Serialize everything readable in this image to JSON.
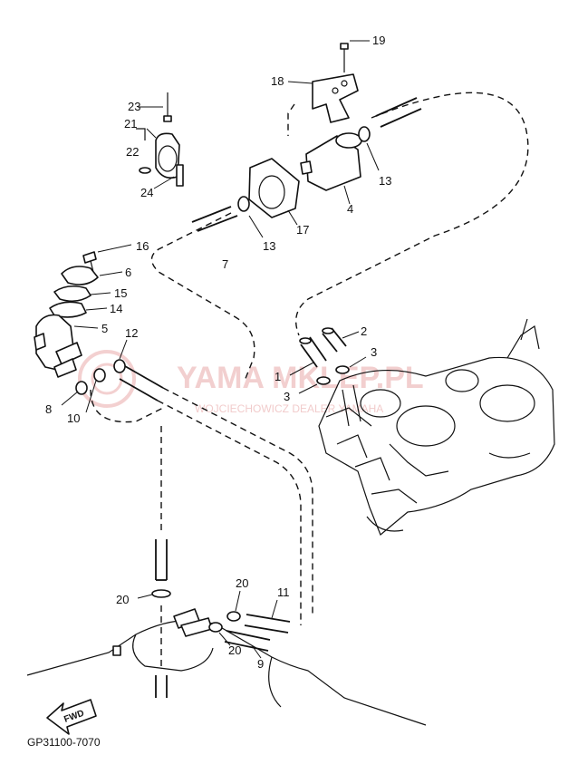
{
  "diagram": {
    "callouts": [
      "19",
      "18",
      "23",
      "21",
      "22",
      "24",
      "13",
      "4",
      "17",
      "13",
      "7",
      "16",
      "6",
      "15",
      "14",
      "5",
      "12",
      "8",
      "10",
      "2",
      "3",
      "1",
      "3",
      "20",
      "20",
      "11",
      "9",
      "20"
    ],
    "watermark": {
      "main": "YAMA MKLEP.PL",
      "sub": "WOJCIECHOWICZ DEALER YAMAHA"
    },
    "fwd_label": "FWD",
    "footer_code": "GP31100-7070"
  }
}
